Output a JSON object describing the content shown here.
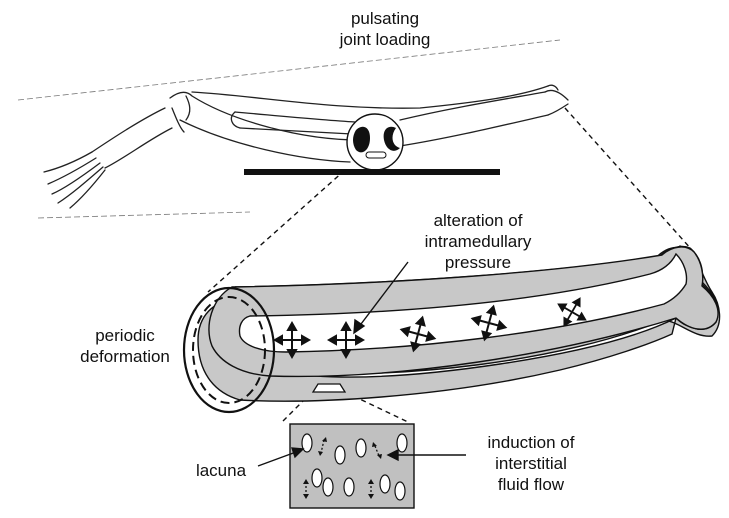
{
  "labels": {
    "joint_loading": [
      "pulsating",
      "joint loading"
    ],
    "pressure": [
      "alteration of",
      "intramedullary",
      "pressure"
    ],
    "deformation": [
      "periodic",
      "deformation"
    ],
    "lacuna": "lacuna",
    "fluid_flow": [
      "induction of",
      "interstitial",
      "fluid flow"
    ]
  },
  "colors": {
    "ink": "#111111",
    "bone_fill": "#c8c8c8",
    "inset_fill": "#c0c0c0",
    "background": "#ffffff"
  }
}
